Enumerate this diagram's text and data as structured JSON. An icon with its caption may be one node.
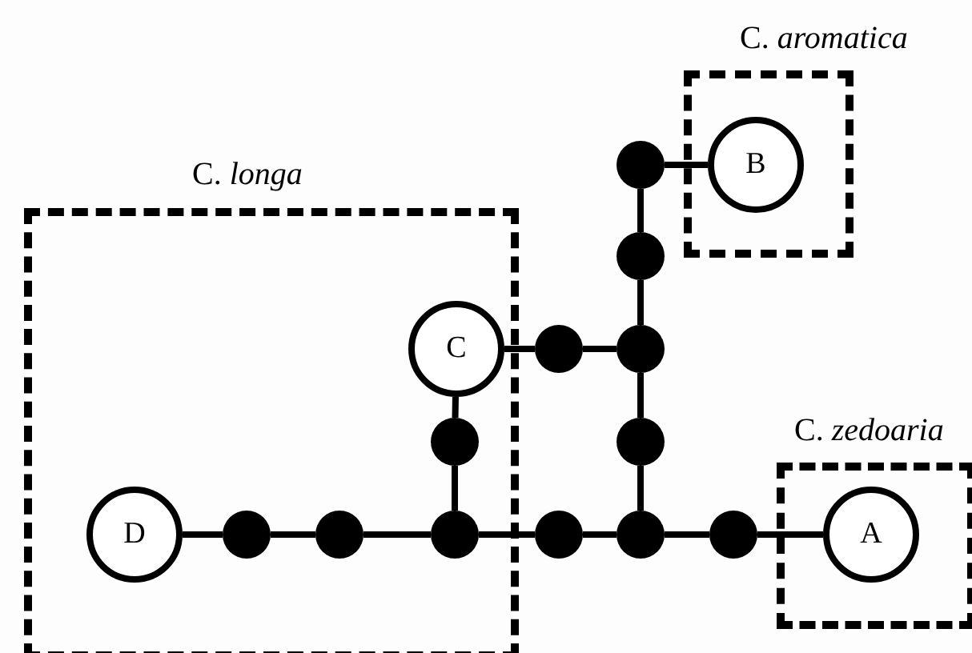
{
  "diagram": {
    "nodes": [
      {
        "text": [
          "C. *aromatica*"
        ]
      },
      {
        "text": [
          "B"
        ],
        "in": 0
      },
      {
        "text": [
          "C. *longa*"
        ]
      },
      {
        "text": [
          "C"
        ],
        "in": 2
      },
      {
        "text": [
          "C. *zedoaria*"
        ]
      },
      {
        "text": [
          "A"
        ],
        "in": 4
      },
      {
        "text": [
          "D"
        ],
        "in": 2
      },
      {
        "text": [],
        "shape": "circle"
      },
      {
        "text": [],
        "shape": "circle"
      },
      {
        "text": [],
        "shape": "circle"
      },
      {
        "text": [],
        "shape": "circle"
      },
      {
        "text": [],
        "shape": "circle",
        "in": 2
      },
      {
        "text": [],
        "shape": "circle"
      },
      {
        "text": [],
        "shape": "circle",
        "in": 2
      },
      {
        "text": [],
        "shape": "circle",
        "in": 2
      },
      {
        "text": [],
        "shape": "circle",
        "in": 2
      },
      {
        "text": [],
        "shape": "circle"
      },
      {
        "text": [],
        "shape": "circle"
      },
      {
        "text": [],
        "shape": "circle"
      }
    ],
    "edges": [
      {
        "from": 7,
        "to": 1,
        "arrow": "none"
      },
      {
        "from": 7,
        "to": 8,
        "arrow": "none"
      },
      {
        "from": 8,
        "to": 10,
        "arrow": "none"
      },
      {
        "from": 3,
        "to": 9,
        "arrow": "none"
      },
      {
        "from": 9,
        "to": 10,
        "arrow": "none"
      },
      {
        "from": 10,
        "to": 12,
        "arrow": "none"
      },
      {
        "from": 12,
        "to": 17,
        "arrow": "none"
      },
      {
        "from": 3,
        "to": 11,
        "arrow": "none"
      },
      {
        "from": 11,
        "to": 15,
        "arrow": "none"
      },
      {
        "from": 6,
        "to": 13,
        "arrow": "none"
      },
      {
        "from": 13,
        "to": 14,
        "arrow": "none"
      },
      {
        "from": 14,
        "to": 15,
        "arrow": "none"
      },
      {
        "from": 15,
        "to": 16,
        "arrow": "none"
      },
      {
        "from": 16,
        "to": 17,
        "arrow": "none"
      },
      {
        "from": 17,
        "to": 18,
        "arrow": "none"
      },
      {
        "from": 18,
        "to": 5,
        "arrow": "none"
      }
    ]
  }
}
